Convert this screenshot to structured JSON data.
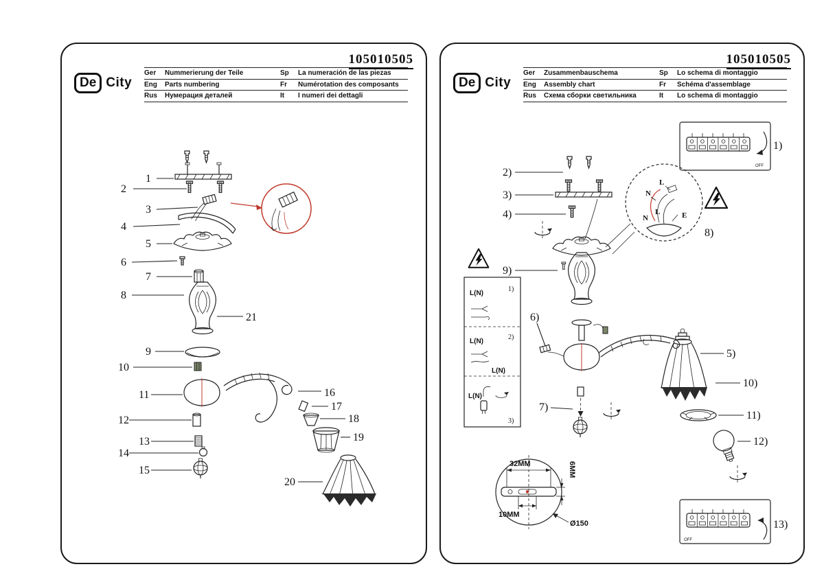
{
  "model_number": "105010505",
  "brand": {
    "de": "De",
    "city": "City"
  },
  "left_page": {
    "lang_table": [
      {
        "c1": "Ger",
        "t1": "Nummerierung der Teile",
        "c2": "Sp",
        "t2": "La numeración de las piezas"
      },
      {
        "c1": "Eng",
        "t1": "Parts numbering",
        "c2": "Fr",
        "t2": "Numérotation des composants"
      },
      {
        "c1": "Rus",
        "t1": "Нумерация деталей",
        "c2": "It",
        "t2": "I numeri dei dettagli"
      }
    ],
    "parts": {
      "p1": "1",
      "p2": "2",
      "p3": "3",
      "p4": "4",
      "p5": "5",
      "p6": "6",
      "p7": "7",
      "p8": "8",
      "p9": "9",
      "p10": "10",
      "p11": "11",
      "p12": "12",
      "p13": "13",
      "p14": "14",
      "p15": "15",
      "p16": "16",
      "p17": "17",
      "p18": "18",
      "p19": "19",
      "p20": "20",
      "p21": "21"
    }
  },
  "right_page": {
    "lang_table": [
      {
        "c1": "Ger",
        "t1": "Zusammenbauschema",
        "c2": "Sp",
        "t2": "Lo schema di montaggio"
      },
      {
        "c1": "Eng",
        "t1": "Assembly chart",
        "c2": "Fr",
        "t2": "Schéma d'assemblage"
      },
      {
        "c1": "Rus",
        "t1": "Схема сборки светильника",
        "c2": "It",
        "t2": "Lo schema di montaggio"
      }
    ],
    "steps": {
      "s1": "1)",
      "s2": "2)",
      "s3": "3)",
      "s4": "4)",
      "s5": "5)",
      "s6": "6)",
      "s7": "7)",
      "s8": "8)",
      "s9": "9)",
      "s10": "10)",
      "s11": "11)",
      "s12": "12)",
      "s13": "13)"
    },
    "wiring": {
      "n": "N",
      "l": "L",
      "e": "E",
      "ln": "L(N)"
    },
    "wiring_steps": [
      "1)",
      "2)",
      "3)"
    ],
    "dimensions": {
      "w": "32MM",
      "h": "6MM",
      "hole": "10MM",
      "dia": "Ø150"
    },
    "off_label": "OFF"
  }
}
